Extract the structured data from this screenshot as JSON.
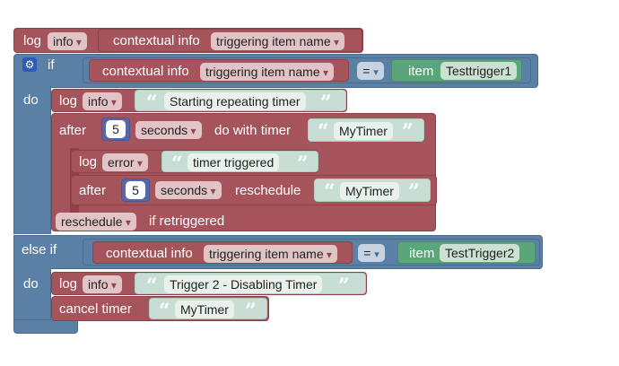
{
  "log_top": {
    "label": "log",
    "level": "info",
    "ctx_label": "contextual info",
    "ctx_value": "triggering item name"
  },
  "if_block": {
    "gear": "⚙",
    "if_label": "if",
    "do_label": "do",
    "elseif_label": "else if",
    "do2_label": "do"
  },
  "cond1": {
    "ctx_label": "contextual info",
    "ctx_value": "triggering item name",
    "op": "=",
    "item_label": "item",
    "item_value": "Testtrigger1"
  },
  "cond2": {
    "ctx_label": "contextual info",
    "ctx_value": "triggering item name",
    "op": "=",
    "item_label": "item",
    "item_value": "TestTrigger2"
  },
  "branch1": {
    "log1": {
      "label": "log",
      "level": "info",
      "text": "Starting repeating timer"
    },
    "after": {
      "label": "after",
      "number": "5",
      "unit": "seconds",
      "do_with": "do with timer",
      "timer": "MyTimer"
    },
    "log2": {
      "label": "log",
      "level": "error",
      "text": "timer triggered"
    },
    "inner_after": {
      "label": "after",
      "number": "5",
      "unit": "seconds",
      "action": "reschedule",
      "timer": "MyTimer"
    },
    "retrigger": {
      "mode": "reschedule",
      "label": "if retriggered"
    }
  },
  "branch2": {
    "log": {
      "label": "log",
      "level": "info",
      "text": "Trigger 2 - Disabling Timer"
    },
    "cancel": {
      "label": "cancel timer",
      "timer": "MyTimer"
    }
  }
}
